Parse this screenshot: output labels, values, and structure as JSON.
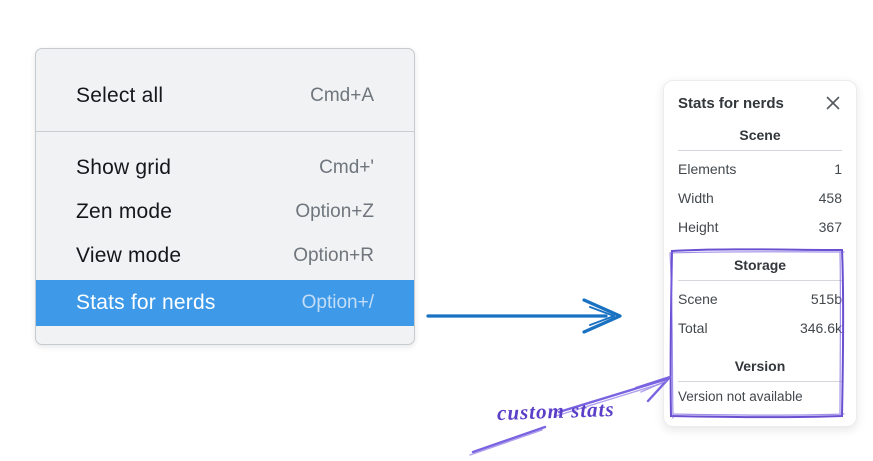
{
  "context_menu": {
    "items": [
      {
        "label": "Select all",
        "shortcut": "Cmd+A",
        "highlighted": false
      },
      {
        "label": "Show grid",
        "shortcut": "Cmd+'",
        "highlighted": false
      },
      {
        "label": "Zen mode",
        "shortcut": "Option+Z",
        "highlighted": false
      },
      {
        "label": "View mode",
        "shortcut": "Option+R",
        "highlighted": false
      },
      {
        "label": "Stats for nerds",
        "shortcut": "Option+/",
        "highlighted": true
      }
    ]
  },
  "stats_panel": {
    "title": "Stats for nerds",
    "sections": [
      {
        "heading": "Scene",
        "rows": [
          [
            "Elements",
            "1"
          ],
          [
            "Width",
            "458"
          ],
          [
            "Height",
            "367"
          ]
        ]
      },
      {
        "heading": "Storage",
        "rows": [
          [
            "Scene",
            "515b"
          ],
          [
            "Total",
            "346.6k"
          ]
        ]
      },
      {
        "heading": "Version",
        "rows": [],
        "note": "Version not available"
      }
    ]
  },
  "annotations": {
    "custom_stats_label": "custom stats",
    "colors": {
      "highlight_blue": "#3e9ae9",
      "arrow_blue": "#1971c2",
      "annotation_purple": "#6a4fd1"
    }
  }
}
